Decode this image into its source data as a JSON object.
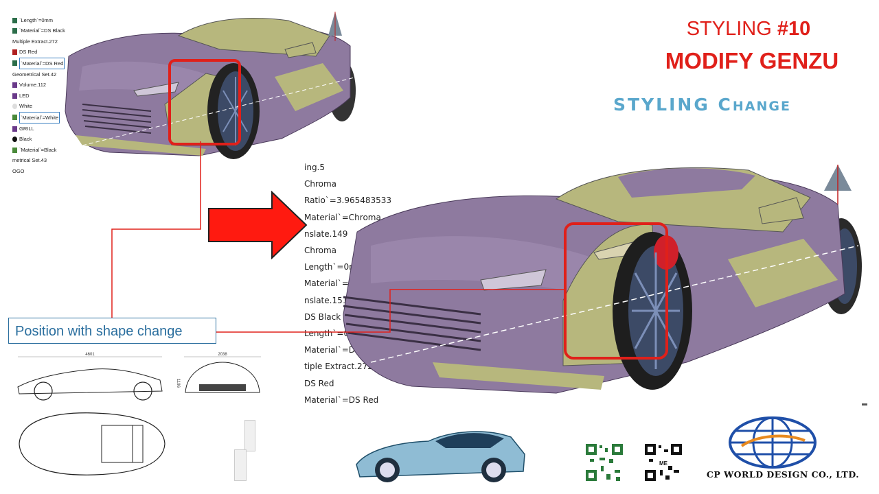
{
  "header": {
    "styling_prefix": "STYLING ",
    "styling_number": "#10",
    "project": "MODIFY GENZU",
    "subtitle_main": "STYLING ",
    "subtitle_caps": "C",
    "subtitle_small": "HANGE"
  },
  "tree_small": [
    "`Length`=0mm",
    "`Material`=DS Black",
    "Multiple Extract.272",
    "DS Red",
    "`Material`=DS Red",
    "Geometrical Set.42",
    "Volume.112",
    "LED",
    "White",
    "`Material`=White",
    "GRILL",
    "Black",
    "`Material`=Black",
    "metrical Set.43",
    "OGO"
  ],
  "tree_large": [
    "ing.5",
    "Chroma",
    "Ratio`=3.965483533",
    "Material`=Chroma",
    "nslate.149",
    "Chroma",
    "Length`=0mm",
    "Material`=Chroma",
    "nslate.151",
    "DS Black",
    "Length`=0mm",
    "Material`=DS Black",
    "tiple Extract.272",
    "DS Red",
    "Material`=DS Red"
  ],
  "callout": {
    "label": "Position with shape change"
  },
  "drawing": {
    "length_dim": "4601",
    "width_dim": "2038",
    "height_dim": "1196"
  },
  "footer": {
    "company": "CP WORLD DESIGN CO., LTD.",
    "qr_label": "ME"
  },
  "colors": {
    "accent_red": "#e0201a",
    "accent_blue": "#5aa7cc",
    "body": "#8e7a9f",
    "panel": "#b7b77d"
  }
}
